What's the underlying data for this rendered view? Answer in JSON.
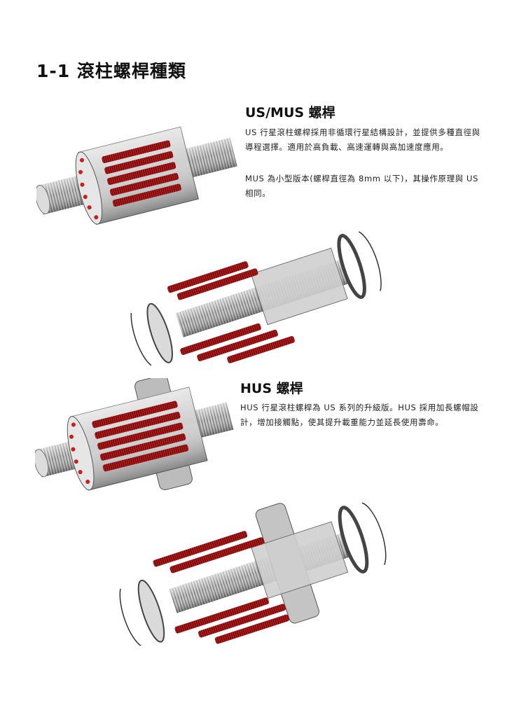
{
  "page": {
    "title": "1-1  滾柱螺桿種類"
  },
  "sections": [
    {
      "heading": "US/MUS  螺桿",
      "paragraphs": [
        "US 行星滾柱螺桿採用非循環行星結構設計，並提供多種直徑與導程選擇。適用於高負載、高速運轉與高加速度應用。",
        "MUS  為小型版本(螺桿直徑為 8mm 以下)，其操作原理與  US  相同。"
      ]
    },
    {
      "heading": "HUS  螺桿",
      "paragraphs": [
        "HUS  行星滾柱螺桿為  US  系列的升級版。HUS  採用加長螺帽設計，增加接觸點，使其提升載重能力並延長使用壽命。"
      ]
    }
  ],
  "colors": {
    "roller_red": "#a31515",
    "steel_light": "#d4d4d4",
    "steel_mid": "#9a9a9a",
    "steel_dark": "#555555"
  }
}
